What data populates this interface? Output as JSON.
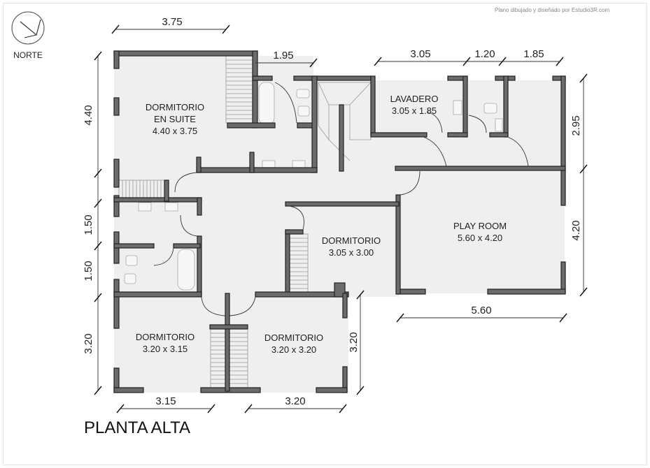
{
  "drawing": {
    "credit": "Plano dibujado y diseñado por Estudio3R.com",
    "title": "PLANTA ALTA",
    "north_label": "NORTE",
    "north_icon": "north-arrow-icon"
  },
  "rooms": [
    {
      "name": "DORMITORIO",
      "name2": "EN SUITE",
      "size": "4.40 x 3.75"
    },
    {
      "name": "LAVADERO",
      "size": "3.05 x 1.85"
    },
    {
      "name": "PLAY ROOM",
      "size": "5.60 x 4.20"
    },
    {
      "name": "DORMITORIO",
      "size": "3.05 x 3.00"
    },
    {
      "name": "DORMITORIO",
      "size": "3.20 x 3.15"
    },
    {
      "name": "DORMITORIO",
      "size": "3.20 x 3.20"
    }
  ],
  "dimensions": {
    "top": [
      "3.75",
      "1.95",
      "3.05",
      "1.20",
      "1.85"
    ],
    "left": [
      "4.40",
      "1.50",
      "1.50",
      "3.20"
    ],
    "right": [
      "2.95",
      "4.20",
      "3.20"
    ],
    "bottom": [
      "3.15",
      "3.20",
      "5.60"
    ]
  }
}
